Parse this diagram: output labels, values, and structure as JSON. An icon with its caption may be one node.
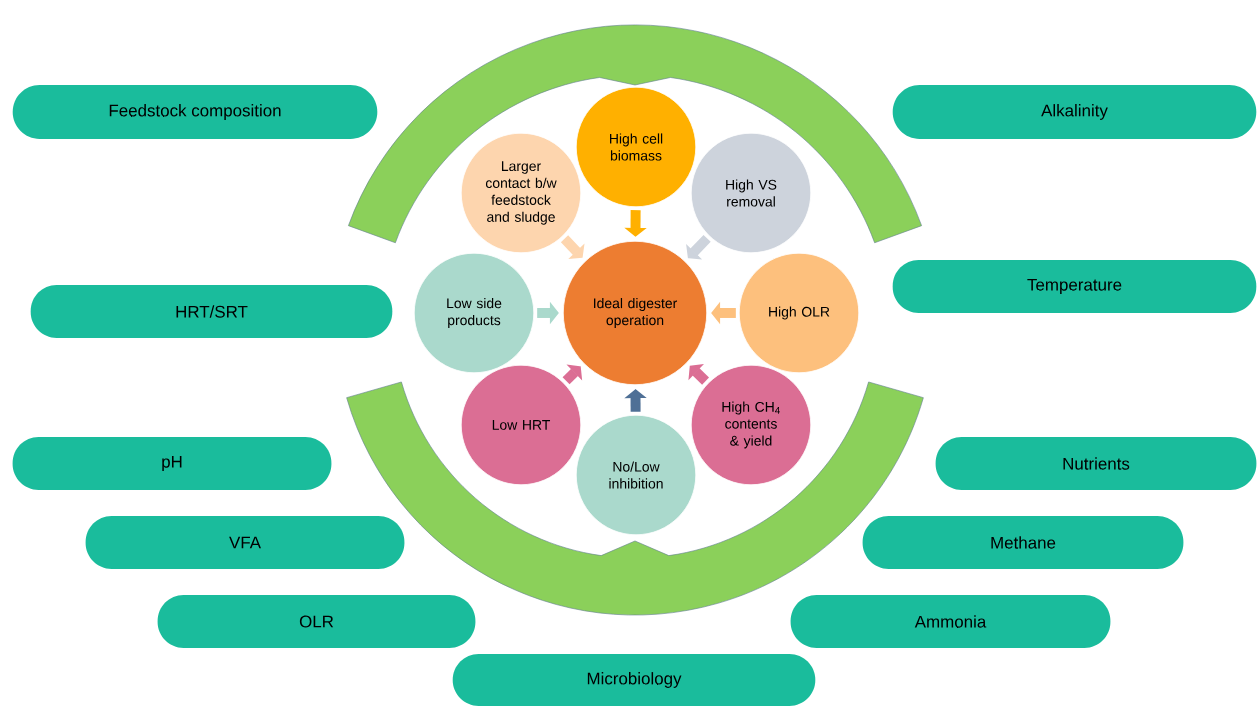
{
  "diagram": {
    "nodes": [
      {
        "text": [
          "Feedstock composition"
        ]
      },
      {
        "text": [
          "Alkalinity"
        ]
      },
      {
        "text": [
          "HRT/SRT"
        ]
      },
      {
        "text": [
          "Temperature"
        ]
      },
      {
        "text": [
          "pH"
        ]
      },
      {
        "text": [
          "Nutrients"
        ]
      },
      {
        "text": [
          "VFA"
        ]
      },
      {
        "text": [
          "Methane"
        ]
      },
      {
        "text": [
          "OLR"
        ]
      },
      {
        "text": [
          "Ammonia"
        ]
      },
      {
        "text": [
          "Microbiology"
        ]
      },
      {
        "text": [
          "Ideal digester operation"
        ]
      },
      {
        "text": [
          "High cell biomass"
        ]
      },
      {
        "text": [
          "Larger contact b/w feedstock and sludge"
        ]
      },
      {
        "text": [
          "High VS removal"
        ]
      },
      {
        "text": [
          "Low side products"
        ]
      },
      {
        "text": [
          "High OLR"
        ]
      },
      {
        "text": [
          "Low HRT"
        ]
      },
      {
        "text": [
          "High CH$_{4}$ contents & yield"
        ]
      },
      {
        "text": [
          "No/Low inhibition"
        ]
      }
    ],
    "edges": [
      {
        "from": 12,
        "to": 11,
        "arrow": "to",
        "color": "#ffb000"
      },
      {
        "from": 13,
        "to": 11,
        "arrow": "to",
        "color": "#fdd5ae"
      },
      {
        "from": 14,
        "to": 11,
        "arrow": "to",
        "color": "#cdd3dc"
      },
      {
        "from": 15,
        "to": 11,
        "arrow": "to",
        "color": "#aad9cc"
      },
      {
        "from": 16,
        "to": 11,
        "arrow": "to",
        "color": "#fdc07d"
      },
      {
        "from": 17,
        "to": 11,
        "arrow": "to",
        "color": "#db6e94"
      },
      {
        "from": 18,
        "to": 11,
        "arrow": "to",
        "color": "#db6e94"
      },
      {
        "from": 19,
        "to": 11,
        "arrow": "to",
        "color": "#4f7096"
      }
    ]
  }
}
